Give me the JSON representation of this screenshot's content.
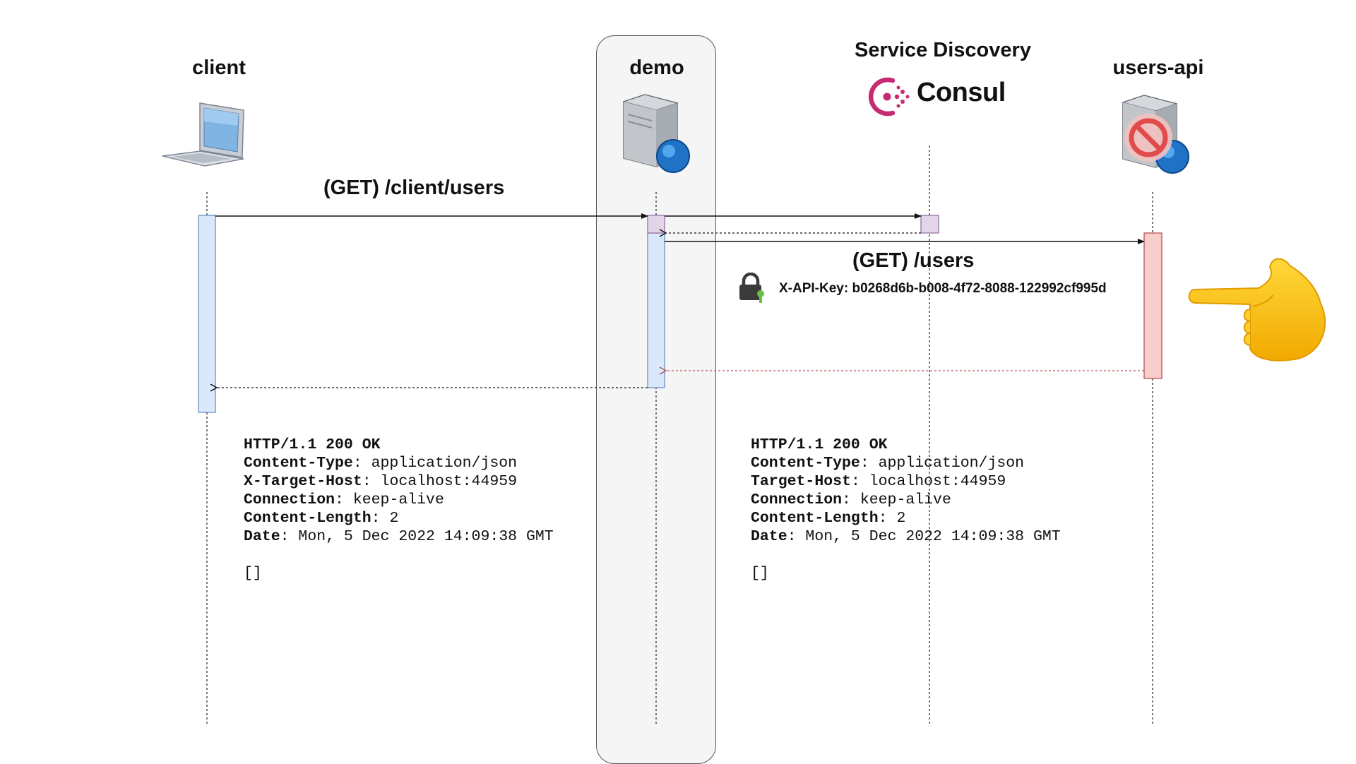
{
  "actors": {
    "client": {
      "title": "client",
      "icon": "laptop-icon"
    },
    "demo": {
      "title": "demo",
      "icon": "web-server-icon"
    },
    "discovery": {
      "title": "Service Discovery",
      "logo_text": "Consul",
      "icon": "consul-logo-icon"
    },
    "users_api": {
      "title": "users-api",
      "icon": "blocked-server-icon"
    }
  },
  "messages": {
    "client_request": "(GET) /client/users",
    "users_request": "(GET) /users",
    "api_key_header": "X-API-Key: b0268d6b-b008-4f72-8088-122992cf995d"
  },
  "responses": {
    "client_response": {
      "status": "HTTP/1.1 200 OK",
      "headers": [
        {
          "name": "Content-Type",
          "value": ": application/json"
        },
        {
          "name": "X-Target-Host",
          "value": ": localhost:44959"
        },
        {
          "name": "Connection",
          "value": ": keep-alive"
        },
        {
          "name": "Content-Length",
          "value": ": 2"
        },
        {
          "name": "Date",
          "value": ": Mon, 5 Dec 2022 14:09:38 GMT"
        }
      ],
      "body": "[]"
    },
    "users_response": {
      "status": "HTTP/1.1 200 OK",
      "headers": [
        {
          "name": "Content-Type",
          "value": ": application/json"
        },
        {
          "name": "Target-Host",
          "value": ": localhost:44959"
        },
        {
          "name": "Connection",
          "value": ": keep-alive"
        },
        {
          "name": "Content-Length",
          "value": ": 2"
        },
        {
          "name": "Date",
          "value": ": Mon, 5 Dec 2022 14:09:38 GMT"
        }
      ],
      "body": "[]"
    }
  },
  "decorations": {
    "lock_icon": "padlock-icon",
    "pointer_icon": "pointing-hand-icon"
  },
  "colors": {
    "activation_blue": "#dae8fc",
    "activation_blue_border": "#6c8ebf",
    "activation_purple": "#e1d5e7",
    "activation_purple_border": "#9673a6",
    "activation_red": "#f8cecc",
    "activation_red_border": "#b85450",
    "consul_pink": "#c62a71",
    "lock_green": "#6dbe45"
  }
}
